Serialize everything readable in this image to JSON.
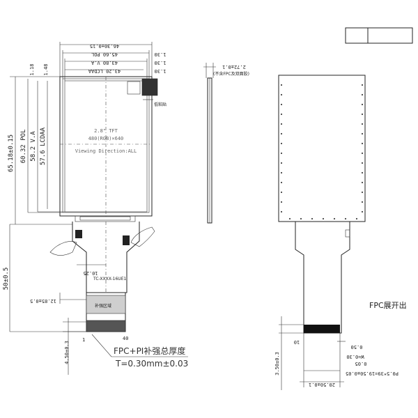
{
  "front_view": {
    "dimensions": {
      "top": [
        "46.30±0.15",
        "45.60 POL",
        "43.80 V.A",
        "43.20 LCDAA"
      ],
      "top_right": [
        "1.30",
        "1.30",
        "1.30"
      ],
      "left_top": [
        "1.18",
        "1.48"
      ],
      "left_side": [
        "65.18±0.15",
        "60.32 POL",
        "58.2 V.A",
        "57.6 LCDAA"
      ],
      "left_lower": "50±0.5",
      "center_lower": "10.25",
      "left_fpc": "12.85±0.5",
      "bottom_left": "4.50±0.3",
      "pins": [
        "1",
        "40"
      ]
    },
    "lcd_text": [
      "2.8\" TFT",
      "480(RGB)×640",
      "Viewing Direction:ALL"
    ],
    "callout_tape": "低粘贴",
    "fpc_code": "TC-XXXX-16UE1",
    "stiffener_label": "补强区域",
    "fpc_note_title": "FPC+PI补强总厚度",
    "fpc_note_value": "T=0.30mm±0.03"
  },
  "side_view": {
    "thickness": "2.72±0.1",
    "note": "(不含FPC及双面胶)"
  },
  "back_view": {
    "fpc_unfold_label": "FPC展开出",
    "dimensions": {
      "fpc_length": "3.50±0.3",
      "pitch": "P0.5*39=19.50±0.05",
      "fpc_width": "20.50±0.1",
      "pin_width": "0.50",
      "w": "W=0.30",
      "g": "0.05",
      "pin1": "10"
    }
  }
}
